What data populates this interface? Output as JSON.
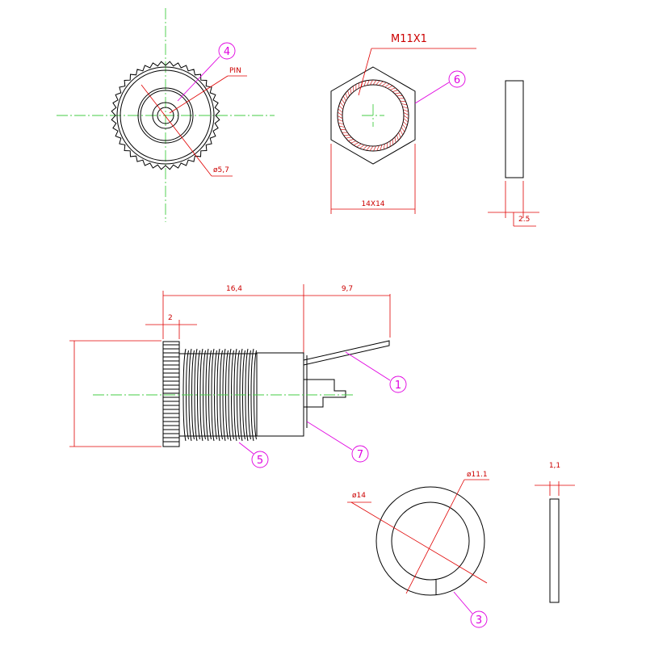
{
  "labels": {
    "thread": "M11X1",
    "pin": "PIN",
    "pin_dia": "ø5,7",
    "nut_size": "14X14",
    "nut_thick": "2.5",
    "length_body": "16,4",
    "length_pin": "9,7",
    "flange_thick": "2",
    "washer_outer": "ø14",
    "washer_inner": "ø11.1",
    "washer_thick": "1,1"
  },
  "callouts": {
    "c1": "1",
    "c3": "3",
    "c4": "4",
    "c5": "5",
    "c6": "6",
    "c7": "7"
  },
  "colors": {
    "dimension": "#e00000",
    "callout": "#e000e0",
    "centerline": "#44cc44",
    "outline": "#000000"
  }
}
